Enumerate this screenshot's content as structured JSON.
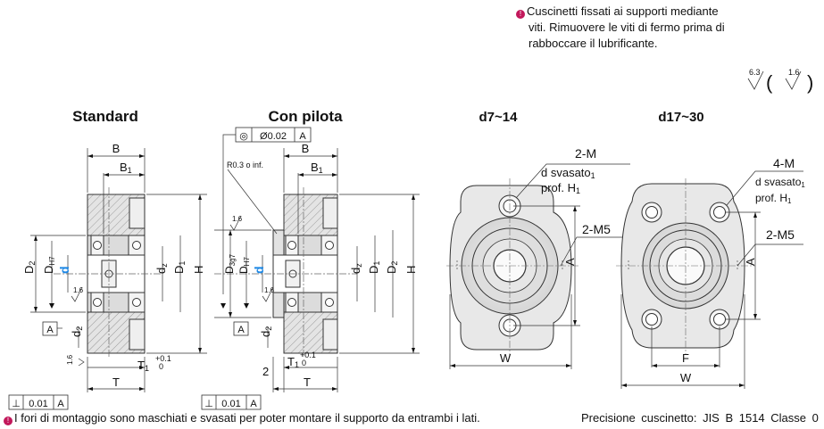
{
  "note_top": [
    "Cuscinetti fissati ai supporti mediante",
    "viti. Rimuovere le viti di fermo prima di",
    "rabboccare il lubrificante."
  ],
  "roughness": {
    "general": "6.3",
    "special": "1.6"
  },
  "views": {
    "standard": {
      "title": "Standard",
      "labels": {
        "B": "B",
        "B1": "B",
        "D2": "D",
        "DH7": "D",
        "d": "d",
        "dz": "d",
        "D1": "D",
        "H": "H",
        "d2": "d",
        "T1": "T",
        "T": "T",
        "A": "A",
        "r16": "1.6",
        "tol": "+0.1",
        "tol0": "0"
      },
      "subs": {
        "B1": "1",
        "D2": "2",
        "DH7": "H7",
        "dz": "z",
        "D1": "1",
        "d2": "2",
        "T1": "1"
      },
      "fcf": {
        "sym": "⊥",
        "val": "0.01",
        "ref": "A"
      }
    },
    "pilot": {
      "title": "Con pilota",
      "labels": {
        "B": "B",
        "B1": "B",
        "D3": "D",
        "DH7": "D",
        "d": "d",
        "dz": "d",
        "D1": "D",
        "D2": "D",
        "H": "H",
        "d2": "d",
        "T1": "T",
        "T": "T",
        "two": "2",
        "A": "A",
        "r16": "1.6",
        "R": "R0.3 o inf.",
        "tol": "+0.1",
        "tol0": "0"
      },
      "subs": {
        "B1": "1",
        "D3": "3g7",
        "DH7": "H7",
        "dz": "z",
        "D1": "1",
        "D2": "2",
        "d2": "2",
        "T1": "1"
      },
      "fcf_top": {
        "sym": "◎",
        "val": "Ø0.02",
        "ref": "A"
      },
      "fcf": {
        "sym": "⊥",
        "val": "0.01",
        "ref": "A"
      }
    },
    "d7_14": {
      "title": "d7~14",
      "labels": {
        "M": "2-M",
        "csk": "d svasato",
        "csk_sub": "1",
        "prof": "prof. H",
        "prof_sub": "1",
        "M5": "2-M5",
        "A": "A",
        "W": "W"
      }
    },
    "d17_30": {
      "title": "d17~30",
      "labels": {
        "M": "4-M",
        "csk": "d svasato",
        "csk_sub": "1",
        "prof": "prof. H",
        "prof_sub": "1",
        "M5": "2-M5",
        "A": "A",
        "F": "F",
        "W": "W"
      }
    }
  },
  "note_bottom": "I fori di montaggio sono maschiati e svasati per poter montare il supporto da entrambi i lati.",
  "precision": "Precisione cuscinetto: JIS B 1514 Classe 0"
}
